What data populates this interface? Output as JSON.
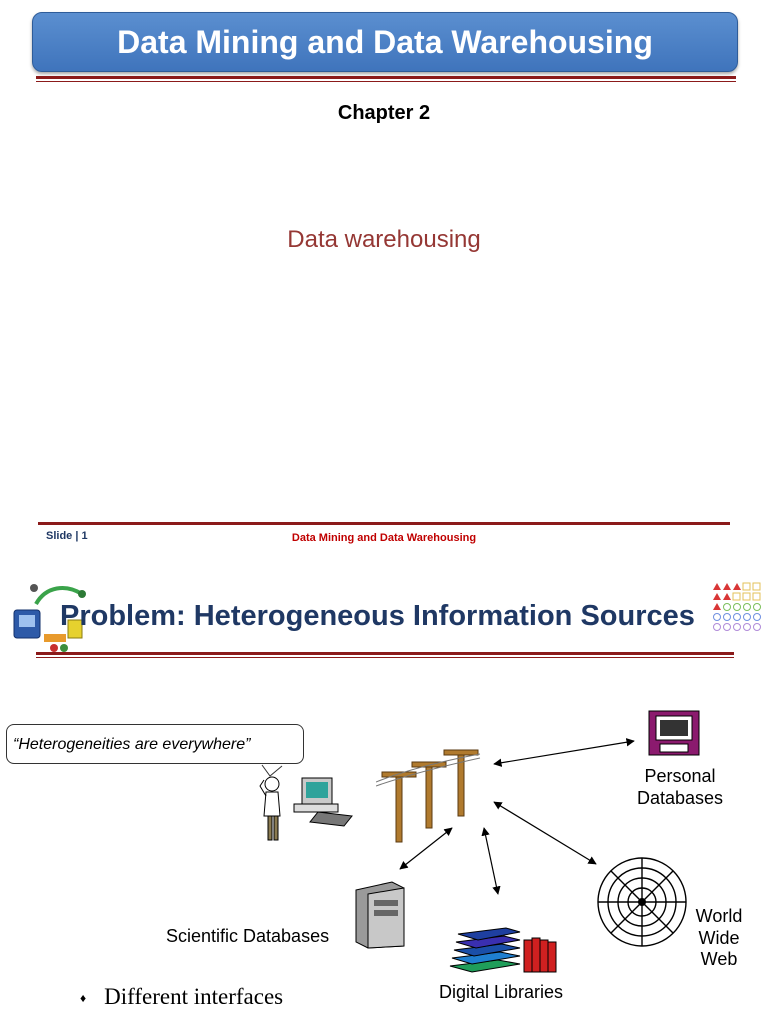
{
  "slide1": {
    "title": "Data Mining and Data Warehousing",
    "chapter": "Chapter 2",
    "subtitle": "Data warehousing",
    "footer": {
      "slide_label": "Slide | 1",
      "course_title": "Data Mining and Data Warehousing"
    }
  },
  "slide2": {
    "title": "Problem: Heterogeneous Information Sources",
    "quote": "“Heterogeneities are everywhere”",
    "nodes": {
      "personal": "Personal\nDatabases",
      "web": "World\nWide\nWeb",
      "scientific": "Scientific Databases",
      "libraries": "Digital Libraries"
    },
    "bullets": [
      "Different interfaces"
    ],
    "colors": {
      "banner_blue": "#4a7fc4",
      "rule_red": "#8b1a1a",
      "title_navy": "#1f3864",
      "subtitle_red": "#953734"
    }
  }
}
